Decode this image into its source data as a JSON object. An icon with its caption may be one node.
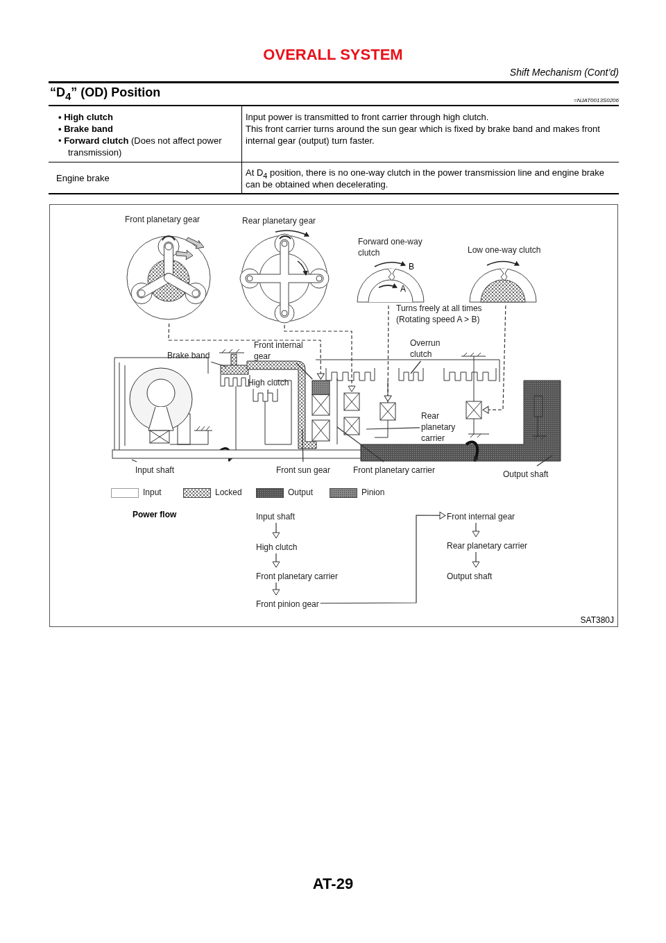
{
  "diagram": {
    "title": "OVERALL SYSTEM",
    "nodes": [
      {
        "text": [
          "Front planetary gear"
        ]
      },
      {
        "text": [
          "Rear planetary gear"
        ]
      },
      {
        "text": [
          "Forward one-way clutch"
        ]
      },
      {
        "text": [
          "Low one-way clutch"
        ]
      },
      {
        "text": [
          "Brake band"
        ]
      },
      {
        "text": [
          "Front internal gear"
        ]
      },
      {
        "text": [
          "High clutch"
        ]
      },
      {
        "text": [
          "Overrun clutch"
        ]
      },
      {
        "text": [
          "Rear planetary carrier"
        ]
      },
      {
        "text": [
          "Input shaft"
        ]
      },
      {
        "text": [
          "Front sun gear"
        ]
      },
      {
        "text": [
          "Front planetary carrier"
        ]
      },
      {
        "text": [
          "Output shaft"
        ]
      },
      {
        "text": [
          "Input shaft"
        ]
      },
      {
        "text": [
          "High clutch"
        ]
      },
      {
        "text": [
          "Front planetary carrier"
        ]
      },
      {
        "text": [
          "Front pinion gear"
        ]
      },
      {
        "text": [
          "Front internal gear"
        ]
      },
      {
        "text": [
          "Rear planetary carrier"
        ]
      },
      {
        "text": [
          "Output shaft"
        ]
      },
      {
        "text": [],
        "shape": "box"
      },
      {
        "text": [],
        "shape": "box"
      },
      {
        "text": [],
        "shape": "box"
      },
      {
        "text": [],
        "shape": "box"
      },
      {
        "text": [],
        "shape": "bar"
      }
    ],
    "edges": [
      {
        "from": 0,
        "to": 20,
        "arrow": "to",
        "style": "dashed"
      },
      {
        "from": 1,
        "to": 21,
        "arrow": "to",
        "style": "dashed"
      },
      {
        "from": 2,
        "to": 22,
        "arrow": "to",
        "style": "dashed"
      },
      {
        "from": 3,
        "to": 23,
        "arrow": "to",
        "style": "dashed"
      },
      {
        "from": 4,
        "to": null,
        "arrow": "none"
      },
      {
        "from": 5,
        "to": 20,
        "arrow": "none"
      },
      {
        "from": 6,
        "to": null,
        "arrow": "none"
      },
      {
        "from": 7,
        "to": null,
        "arrow": "none"
      },
      {
        "from": 8,
        "to": null,
        "arrow": "none"
      },
      {
        "from": 9,
        "to": 24,
        "arrow": "none"
      },
      {
        "from": 10,
        "to": null,
        "arrow": "none"
      },
      {
        "from": 11,
        "to": null,
        "arrow": "none"
      },
      {
        "from": 12,
        "to": null,
        "arrow": "none"
      },
      {
        "from": 13,
        "to": 14,
        "arrow": "to"
      },
      {
        "from": 14,
        "to": 15,
        "arrow": "to"
      },
      {
        "from": 15,
        "to": 16,
        "arrow": "to"
      },
      {
        "from": 16,
        "to": 17,
        "arrow": "to"
      },
      {
        "from": 17,
        "to": 18,
        "arrow": "to"
      },
      {
        "from": 18,
        "to": 19,
        "arrow": "to"
      }
    ],
    "labels": [
      "Shift Mechanism (Cont’d)",
      "“D$_{4}$” (OD) Position",
      "=NJAT0013S0206",
      "• High clutch",
      "• Brake band",
      "• **Forward clutch** (Does not affect power transmission)",
      "Input power is transmitted to front carrier through high clutch.",
      "This front carrier turns around the sun gear which is fixed by brake band and makes front internal gear (output) turn faster.",
      "Engine brake",
      "At D$_{4}$ position, there is no one-way clutch in the power transmission line and engine brake can be obtained when decelerating.",
      "B",
      "A",
      "Turns freely at all times (Rotating speed A > B)",
      "Power flow",
      "SAT380J",
      "AT-29"
    ],
    "legend": [
      {
        "text": "Input"
      },
      {
        "text": "Locked"
      },
      {
        "text": "Output"
      },
      {
        "text": "Pinion"
      }
    ]
  }
}
